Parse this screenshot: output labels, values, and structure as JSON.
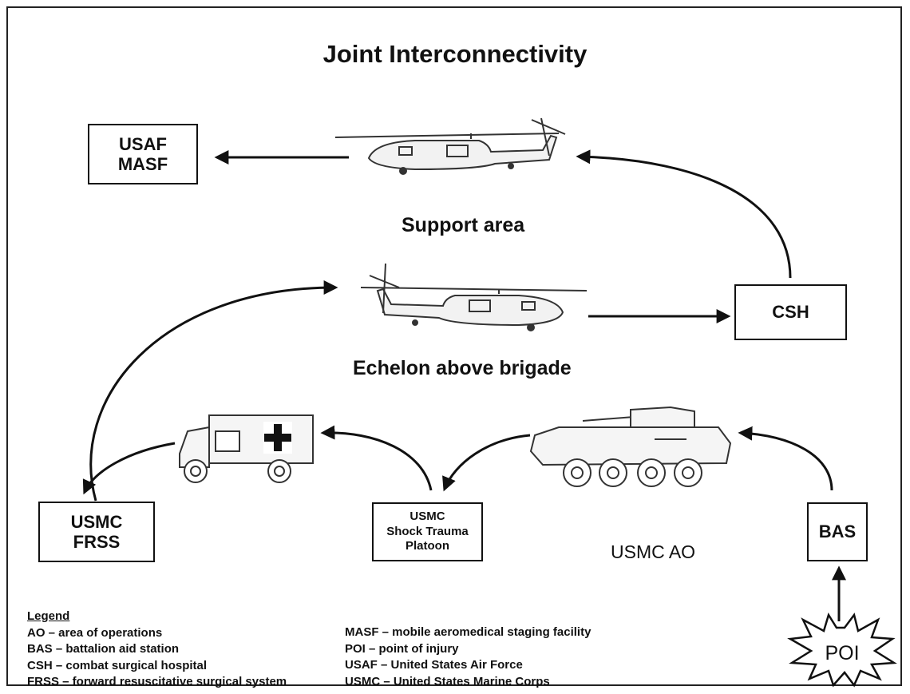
{
  "title": "Joint Interconnectivity",
  "zones": {
    "support_area": "Support area",
    "echelon": "Echelon above brigade",
    "usmc_ao": "USMC AO"
  },
  "nodes": {
    "usaf_masf": [
      "USAF",
      "MASF"
    ],
    "csh": "CSH",
    "usmc_frss": [
      "USMC",
      "FRSS"
    ],
    "shock_trauma": [
      "USMC",
      "Shock Trauma",
      "Platoon"
    ],
    "bas": "BAS",
    "poi": "POI"
  },
  "legend": {
    "title": "Legend",
    "left": [
      "AO – area of operations",
      "BAS – battalion aid station",
      "CSH – combat surgical hospital",
      "FRSS – forward resuscitative surgical system"
    ],
    "right": [
      "MASF –  mobile aeromedical staging facility",
      "POI – point of injury",
      "USAF – United States Air Force",
      "USMC – United States Marine Corps"
    ]
  },
  "icons": [
    "helicopter-icon",
    "helicopter-icon",
    "ambulance-icon",
    "armored-vehicle-icon"
  ]
}
